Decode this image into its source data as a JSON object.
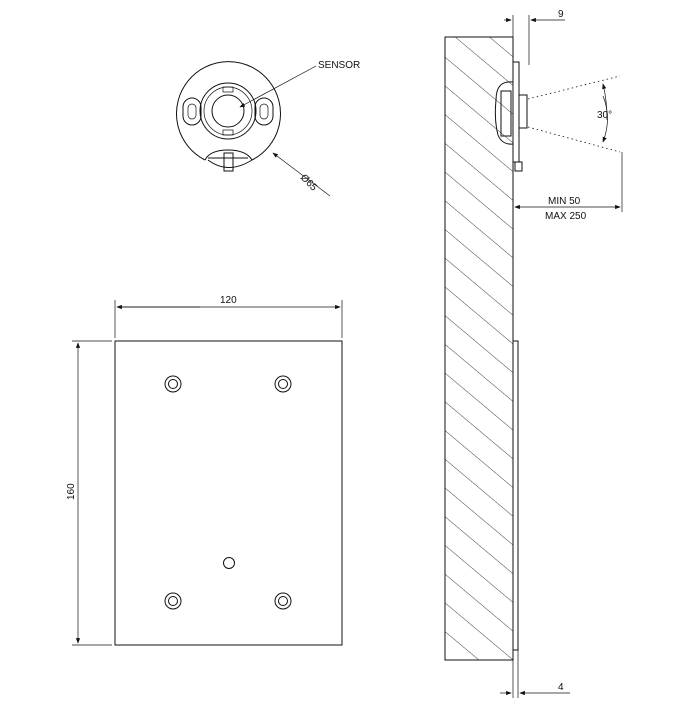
{
  "labels": {
    "sensor": "SENSOR",
    "diameter": "Ø65",
    "width": "120",
    "height": "160",
    "offset_top": "9",
    "angle": "30°",
    "min_distance": "MIN 50",
    "max_distance": "MAX 250",
    "plate_thickness": "4"
  }
}
